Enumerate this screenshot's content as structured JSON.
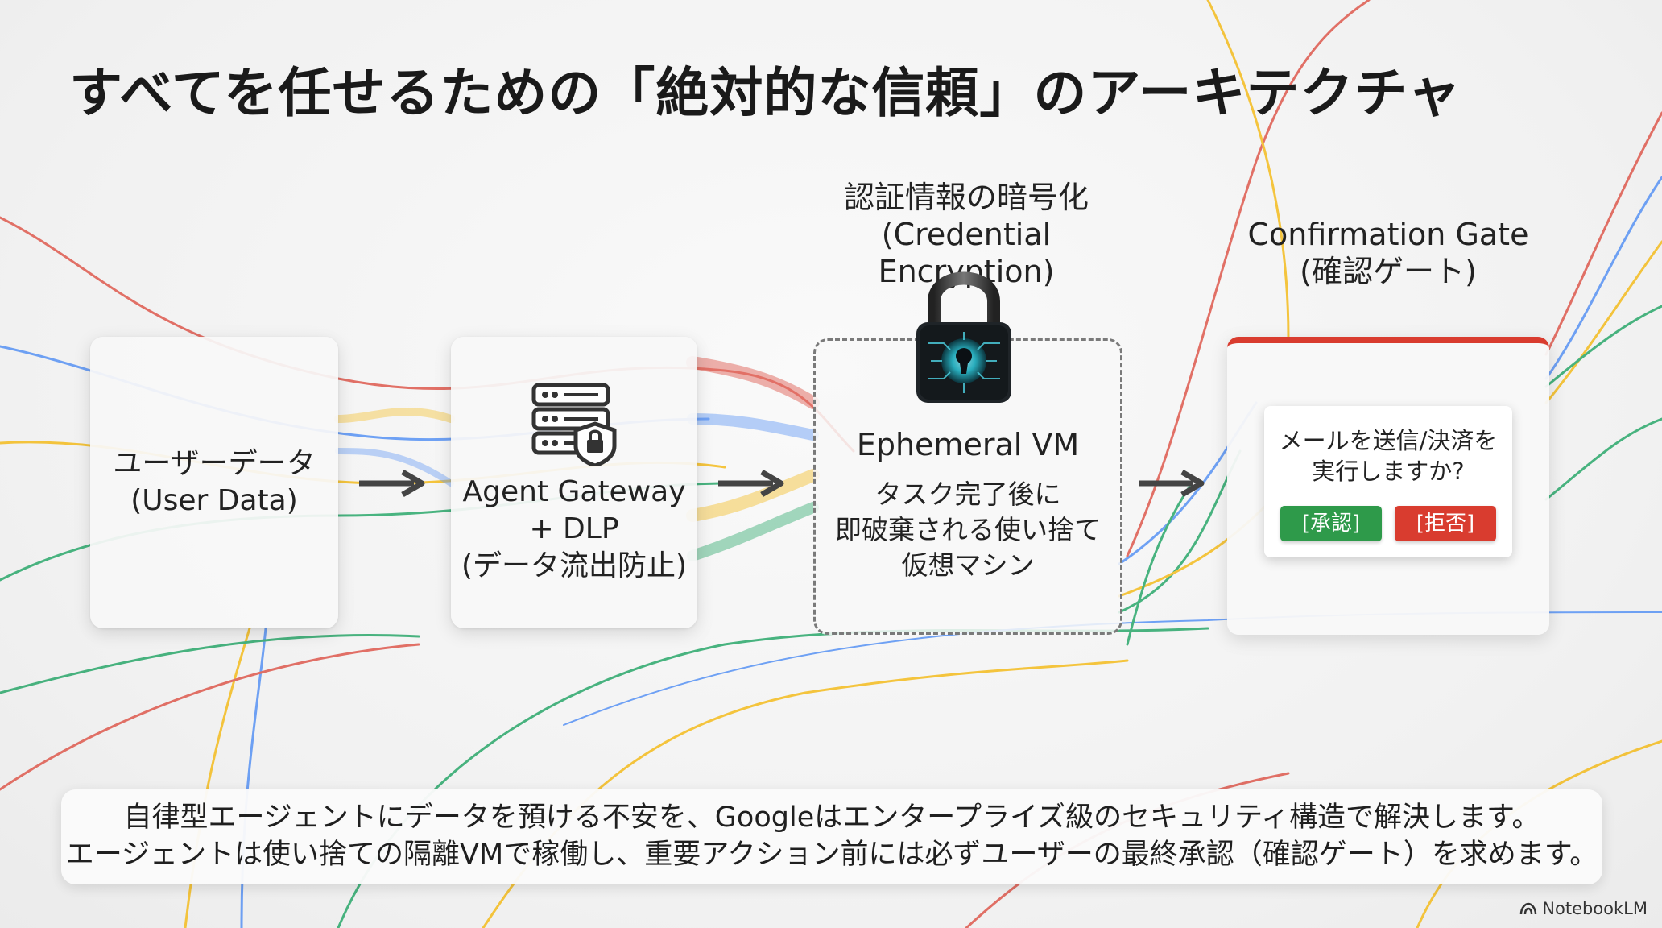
{
  "title": "すべてを任せるための「絶対的な信頼」のアーキテクチャ",
  "colors": {
    "red": "#db4437",
    "blue": "#4285f4",
    "yellow": "#f4b400",
    "green": "#0f9d58",
    "approve": "#2e9a4a",
    "reject": "#d93c2f"
  },
  "user_data": {
    "line1": "ユーザーデータ",
    "line2": "(User Data)"
  },
  "gateway": {
    "icon": "server-lock-icon",
    "line1": "Agent Gateway",
    "line2": "+ DLP",
    "line3": "(データ流出防止)"
  },
  "encryption": {
    "line1": "認証情報の暗号化",
    "line2": "(Credential Encryption)",
    "icon": "padlock-circuit-icon"
  },
  "vm": {
    "title": "Ephemeral VM",
    "desc1": "タスク完了後に",
    "desc2": "即破棄される使い捨て",
    "desc3": "仮想マシン"
  },
  "gate": {
    "line1": "Confirmation Gate",
    "line2": "(確認ゲート)",
    "dialog_line1": "メールを送信/決済を",
    "dialog_line2": "実行しますか?",
    "approve_label": "[承認]",
    "reject_label": "[拒否]"
  },
  "footer": {
    "line1": "自律型エージェントにデータを預ける不安を、Googleはエンタープライズ級のセキュリティ構造で解決します。",
    "line2": "エージェントは使い捨ての隔離VMで稼働し、重要アクション前には必ずユーザーの最終承認（確認ゲート）を求めます。"
  },
  "brand": {
    "label": "NotebookLM",
    "icon": "notebooklm-logo-icon"
  }
}
